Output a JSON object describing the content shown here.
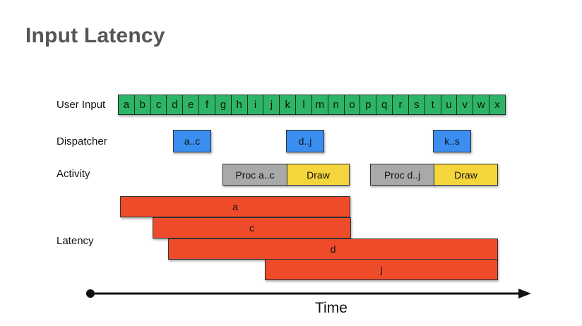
{
  "title": "Input Latency",
  "rows": {
    "user_input": "User Input",
    "dispatcher": "Dispatcher",
    "activity": "Activity",
    "latency": "Latency"
  },
  "user_input_keys": [
    "a",
    "b",
    "c",
    "d",
    "e",
    "f",
    "g",
    "h",
    "i",
    "j",
    "k",
    "l",
    "m",
    "n",
    "o",
    "p",
    "q",
    "r",
    "s",
    "t",
    "u",
    "v",
    "w",
    "x"
  ],
  "dispatcher_batches": [
    "a..c",
    "d..j",
    "k..s"
  ],
  "activity": {
    "proc_1": "Proc a..c",
    "draw_1": "Draw",
    "proc_2": "Proc d..j",
    "draw_2": "Draw"
  },
  "latency_bars": [
    "a",
    "c",
    "d",
    "j"
  ],
  "axis_label": "Time",
  "colors": {
    "input": "#2db567",
    "dispatcher": "#3a8ef0",
    "proc": "#a9a9a9",
    "draw": "#f5d53c",
    "latency": "#ee4b2b"
  }
}
